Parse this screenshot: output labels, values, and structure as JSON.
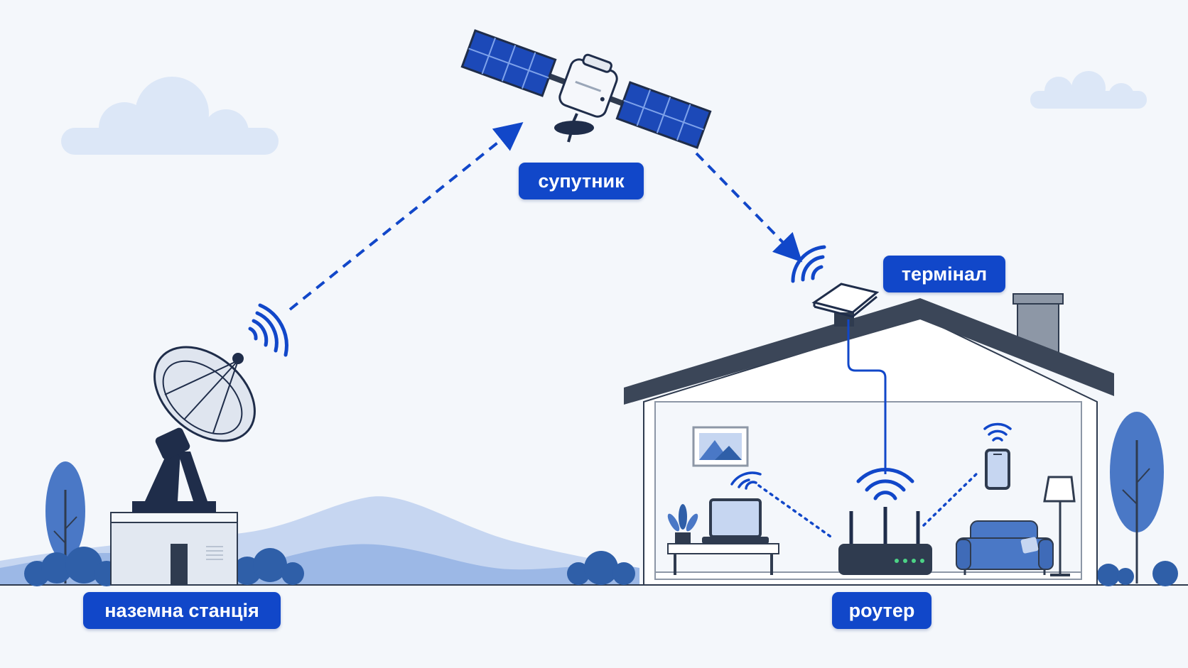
{
  "labels": {
    "satellite": "супутник",
    "terminal": "термінал",
    "ground_station": "наземна станція",
    "router": "роутер"
  },
  "colors": {
    "accent": "#1147c9",
    "dark": "#2f3b4f",
    "sky": "#f4f7fb",
    "cloud": "#dce7f7",
    "mountain_far": "#c6d6f1",
    "mountain_near": "#9cb8e6",
    "foliage": "#4a78c6"
  },
  "icons": [
    "satellite-icon",
    "ground-dish-icon",
    "signal-waves-icon",
    "house-icon",
    "router-icon",
    "laptop-icon",
    "phone-icon",
    "lamp-icon",
    "sofa-icon",
    "plant-icon",
    "picture-frame-icon",
    "tree-icon",
    "cloud-icon"
  ]
}
